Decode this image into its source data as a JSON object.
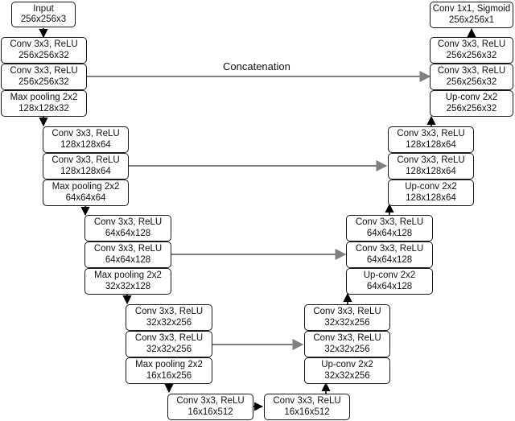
{
  "blocks": {
    "input": {
      "l1": "Input",
      "l2": "256x256x3"
    },
    "e1a": {
      "l1": "Conv 3x3, ReLU",
      "l2": "256x256x32"
    },
    "e1b": {
      "l1": "Conv 3x3, ReLU",
      "l2": "256x256x32"
    },
    "p1": {
      "l1": "Max pooling 2x2",
      "l2": "128x128x32"
    },
    "e2a": {
      "l1": "Conv 3x3, ReLU",
      "l2": "128x128x64"
    },
    "e2b": {
      "l1": "Conv 3x3, ReLU",
      "l2": "128x128x64"
    },
    "p2": {
      "l1": "Max pooling 2x2",
      "l2": "64x64x64"
    },
    "e3a": {
      "l1": "Conv 3x3, ReLU",
      "l2": "64x64x128"
    },
    "e3b": {
      "l1": "Conv 3x3, ReLU",
      "l2": "64x64x128"
    },
    "p3": {
      "l1": "Max pooling 2x2",
      "l2": "32x32x128"
    },
    "e4a": {
      "l1": "Conv 3x3, ReLU",
      "l2": "32x32x256"
    },
    "e4b": {
      "l1": "Conv 3x3, ReLU",
      "l2": "32x32x256"
    },
    "p4": {
      "l1": "Max pooling 2x2",
      "l2": "16x16x256"
    },
    "b1": {
      "l1": "Conv 3x3, ReLU",
      "l2": "16x16x512"
    },
    "b2": {
      "l1": "Conv 3x3, ReLU",
      "l2": "16x16x512"
    },
    "u4": {
      "l1": "Up-conv 2x2",
      "l2": "32x32x256"
    },
    "d4b": {
      "l1": "Conv 3x3, ReLU",
      "l2": "32x32x256"
    },
    "d4a": {
      "l1": "Conv 3x3, ReLU",
      "l2": "32x32x256"
    },
    "u3": {
      "l1": "Up-conv 2x2",
      "l2": "64x64x128"
    },
    "d3b": {
      "l1": "Conv 3x3, ReLU",
      "l2": "64x64x128"
    },
    "d3a": {
      "l1": "Conv 3x3, ReLU",
      "l2": "64x64x128"
    },
    "u2": {
      "l1": "Up-conv 2x2",
      "l2": "128x128x64"
    },
    "d2b": {
      "l1": "Conv 3x3, ReLU",
      "l2": "128x128x64"
    },
    "d2a": {
      "l1": "Conv 3x3, ReLU",
      "l2": "128x128x64"
    },
    "u1": {
      "l1": "Up-conv 2x2",
      "l2": "256x256x32"
    },
    "d1b": {
      "l1": "Conv 3x3, ReLU",
      "l2": "256x256x32"
    },
    "d1a": {
      "l1": "Conv 3x3, ReLU",
      "l2": "256x256x32"
    },
    "out": {
      "l1": "Conv 1x1, Sigmoid",
      "l2": "256x256x1"
    }
  },
  "concat_label": "Concatenation",
  "colors": {
    "border": "#1a1a1a",
    "flow_arrow": "#000000",
    "skip_arrow": "#808080"
  }
}
